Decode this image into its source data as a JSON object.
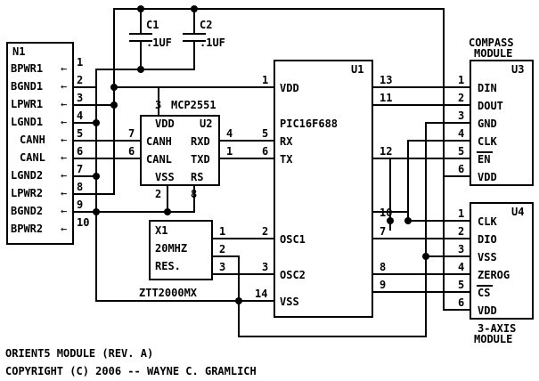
{
  "n1": {
    "ref": "N1",
    "pins": [
      "BPWR1",
      "BGND1",
      "LPWR1",
      "LGND1",
      "CANH",
      "CANL",
      "LGND2",
      "LPWR2",
      "BGND2",
      "BPWR2"
    ],
    "nums": [
      "1",
      "2",
      "3",
      "4",
      "5",
      "6",
      "7",
      "8",
      "9",
      "10"
    ]
  },
  "caps": {
    "c1": {
      "ref": "C1",
      "value": ".1UF"
    },
    "c2": {
      "ref": "C2",
      "value": ".1UF"
    }
  },
  "u2": {
    "ref": "U2",
    "part": "MCP2551",
    "left_pins": [
      "VDD",
      "CANH",
      "CANL",
      "VSS"
    ],
    "right_pins": [
      "RXD",
      "TXD",
      "RS"
    ],
    "nums": {
      "vdd": "3",
      "canh": "7",
      "canl": "6",
      "rxd": "4",
      "txd": "1",
      "vss": "2",
      "rs": "8"
    }
  },
  "u1": {
    "ref": "U1",
    "part": "PIC16F688",
    "left_pins": [
      "VDD",
      "RX",
      "TX",
      "OSC1",
      "OSC2",
      "VSS"
    ],
    "nums_left": {
      "vdd": "1",
      "rx": "5",
      "tx": "6",
      "osc1": "2",
      "osc2": "3",
      "vss": "14"
    },
    "nums_right": [
      "13",
      "11",
      "12",
      "10",
      "7",
      "8",
      "9"
    ]
  },
  "x1": {
    "ref": "X1",
    "lines": [
      "20MHZ",
      "RES."
    ],
    "part": "ZTT2000MX",
    "nums": [
      "1",
      "2",
      "3"
    ]
  },
  "u3": {
    "title": "COMPASS\nMODULE",
    "title_lines": [
      "COMPASS",
      "MODULE"
    ],
    "ref": "U3",
    "pins": [
      "DIN",
      "DOUT",
      "GND",
      "CLK",
      "EN",
      "VDD"
    ],
    "nums": [
      "1",
      "2",
      "3",
      "4",
      "5",
      "6"
    ]
  },
  "u4": {
    "ref": "U4",
    "title_lines": [
      "3-AXIS",
      "MODULE"
    ],
    "pins": [
      "CLK",
      "DIO",
      "VSS",
      "ZEROG",
      "CS",
      "VDD"
    ],
    "nums": [
      "1",
      "2",
      "3",
      "4",
      "5",
      "6"
    ]
  },
  "footer": {
    "line1": "ORIENT5 MODULE (REV. A)",
    "line2": "COPYRIGHT (C) 2006 -- WAYNE C. GRAMLICH"
  }
}
